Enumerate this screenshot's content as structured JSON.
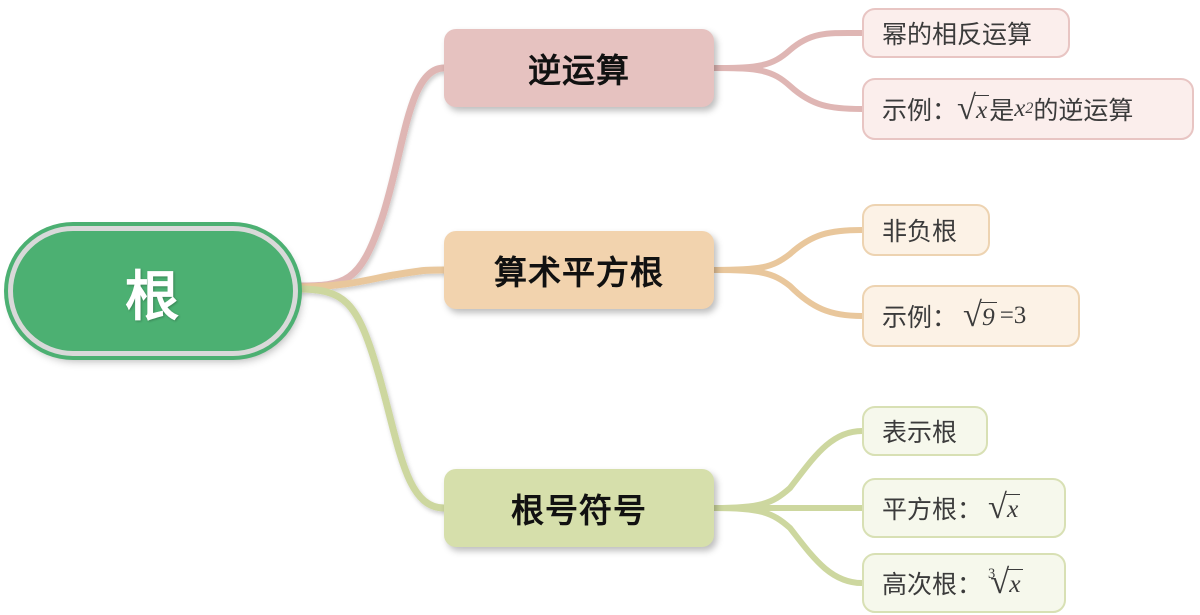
{
  "diagram": {
    "type": "mind-map",
    "title": "根",
    "background": "#ffffff",
    "root": {
      "label": "根",
      "fill": "#4cb072",
      "text_color": "#ffffff",
      "ring_color": "#d9d9d9"
    },
    "branches": [
      {
        "label": "逆运算",
        "fill": "#e6c2c0",
        "link_color": "#dfb6b4",
        "leaf_fill": "#fbeeec",
        "leaf_border": "#e8c5c3",
        "leaves": [
          {
            "label": "幂的相反运算",
            "has_math": false
          },
          {
            "label": "示例：",
            "has_math": true,
            "math": "√x是x²的逆运算",
            "parts": {
              "prefix": "示例：",
              "radicand": "x",
              "mid": "是",
              "base": "x",
              "exp": "2",
              "suffix": "的逆运算"
            }
          }
        ]
      },
      {
        "label": "算术平方根",
        "fill": "#f2d3ae",
        "link_color": "#e9c79c",
        "leaf_fill": "#fcf2e6",
        "leaf_border": "#edd3b1",
        "leaves": [
          {
            "label": "非负根",
            "has_math": false
          },
          {
            "label": "示例：",
            "has_math": true,
            "math": "√9 =3",
            "parts": {
              "prefix": "示例：",
              "radicand": "9",
              "suffix": "=3"
            }
          }
        ]
      },
      {
        "label": "根号符号",
        "fill": "#d6dfab",
        "link_color": "#cdd79f",
        "leaf_fill": "#f6f8ec",
        "leaf_border": "#d8e0b4",
        "leaves": [
          {
            "label": "表示根",
            "has_math": false
          },
          {
            "label": "平方根：",
            "has_math": true,
            "math": "√x",
            "parts": {
              "prefix": "平方根：",
              "radicand": "x"
            }
          },
          {
            "label": "高次根：",
            "has_math": true,
            "math": "∛x",
            "parts": {
              "prefix": "高次根：",
              "index": "3",
              "radicand": "x"
            }
          }
        ]
      }
    ]
  }
}
